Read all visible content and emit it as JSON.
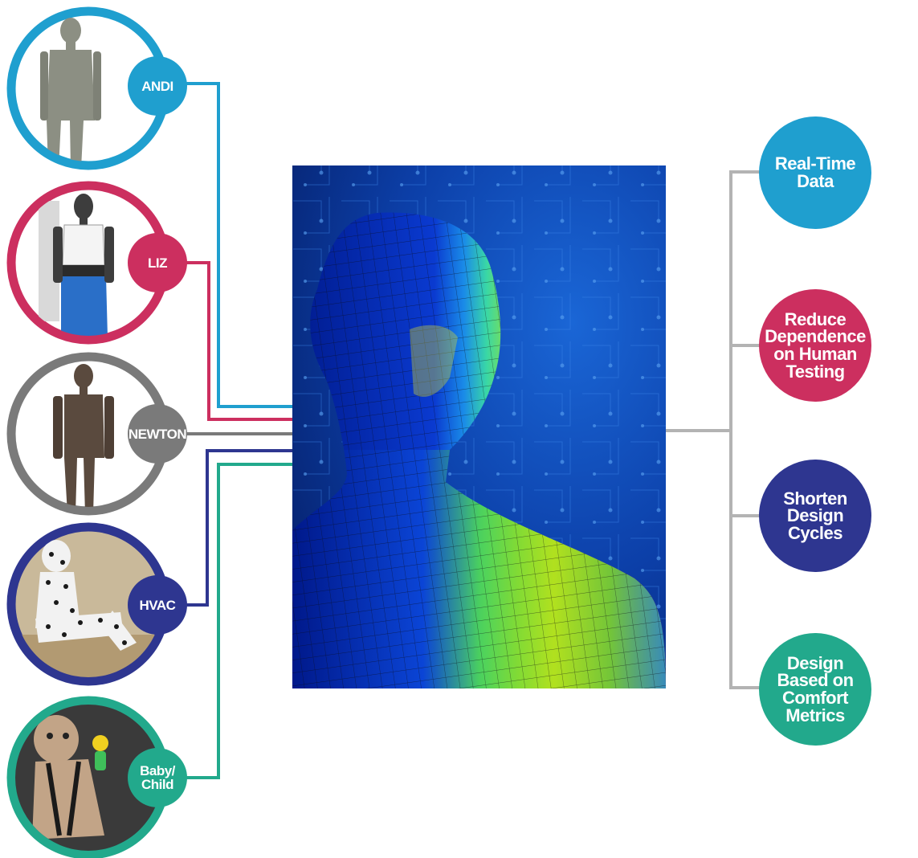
{
  "colors": {
    "andi": "#1f9fcf",
    "liz": "#cc2f5f",
    "newton": "#7a7a7a",
    "hvac": "#2e3690",
    "baby": "#22a98c",
    "output_line": "#b3b3b3"
  },
  "manikins": [
    {
      "id": "andi",
      "label": "ANDI",
      "color": "#1f9fcf",
      "figure": "grey-manikin"
    },
    {
      "id": "liz",
      "label": "LIZ",
      "color": "#cc2f5f",
      "figure": "female-manikin"
    },
    {
      "id": "newton",
      "label": "NEWTON",
      "color": "#7a7a7a",
      "figure": "brown-manikin"
    },
    {
      "id": "hvac",
      "label": "HVAC",
      "color": "#2e3690",
      "figure": "seated-dotted-manikin"
    },
    {
      "id": "baby",
      "label": "Baby/\nChild",
      "color": "#22a98c",
      "figure": "infant-in-car-seat"
    }
  ],
  "center_image": {
    "subject": "thermal-mesh-human-head"
  },
  "benefits": [
    {
      "id": "realtime",
      "label": "Real-Time\nData",
      "color": "#1f9fcf"
    },
    {
      "id": "reduce",
      "label": "Reduce\nDependence\non Human\nTesting",
      "color": "#cc2f5f"
    },
    {
      "id": "shorten",
      "label": "Shorten\nDesign\nCycles",
      "color": "#2e3690"
    },
    {
      "id": "comfort",
      "label": "Design\nBased on\nComfort\nMetrics",
      "color": "#22a98c"
    }
  ]
}
